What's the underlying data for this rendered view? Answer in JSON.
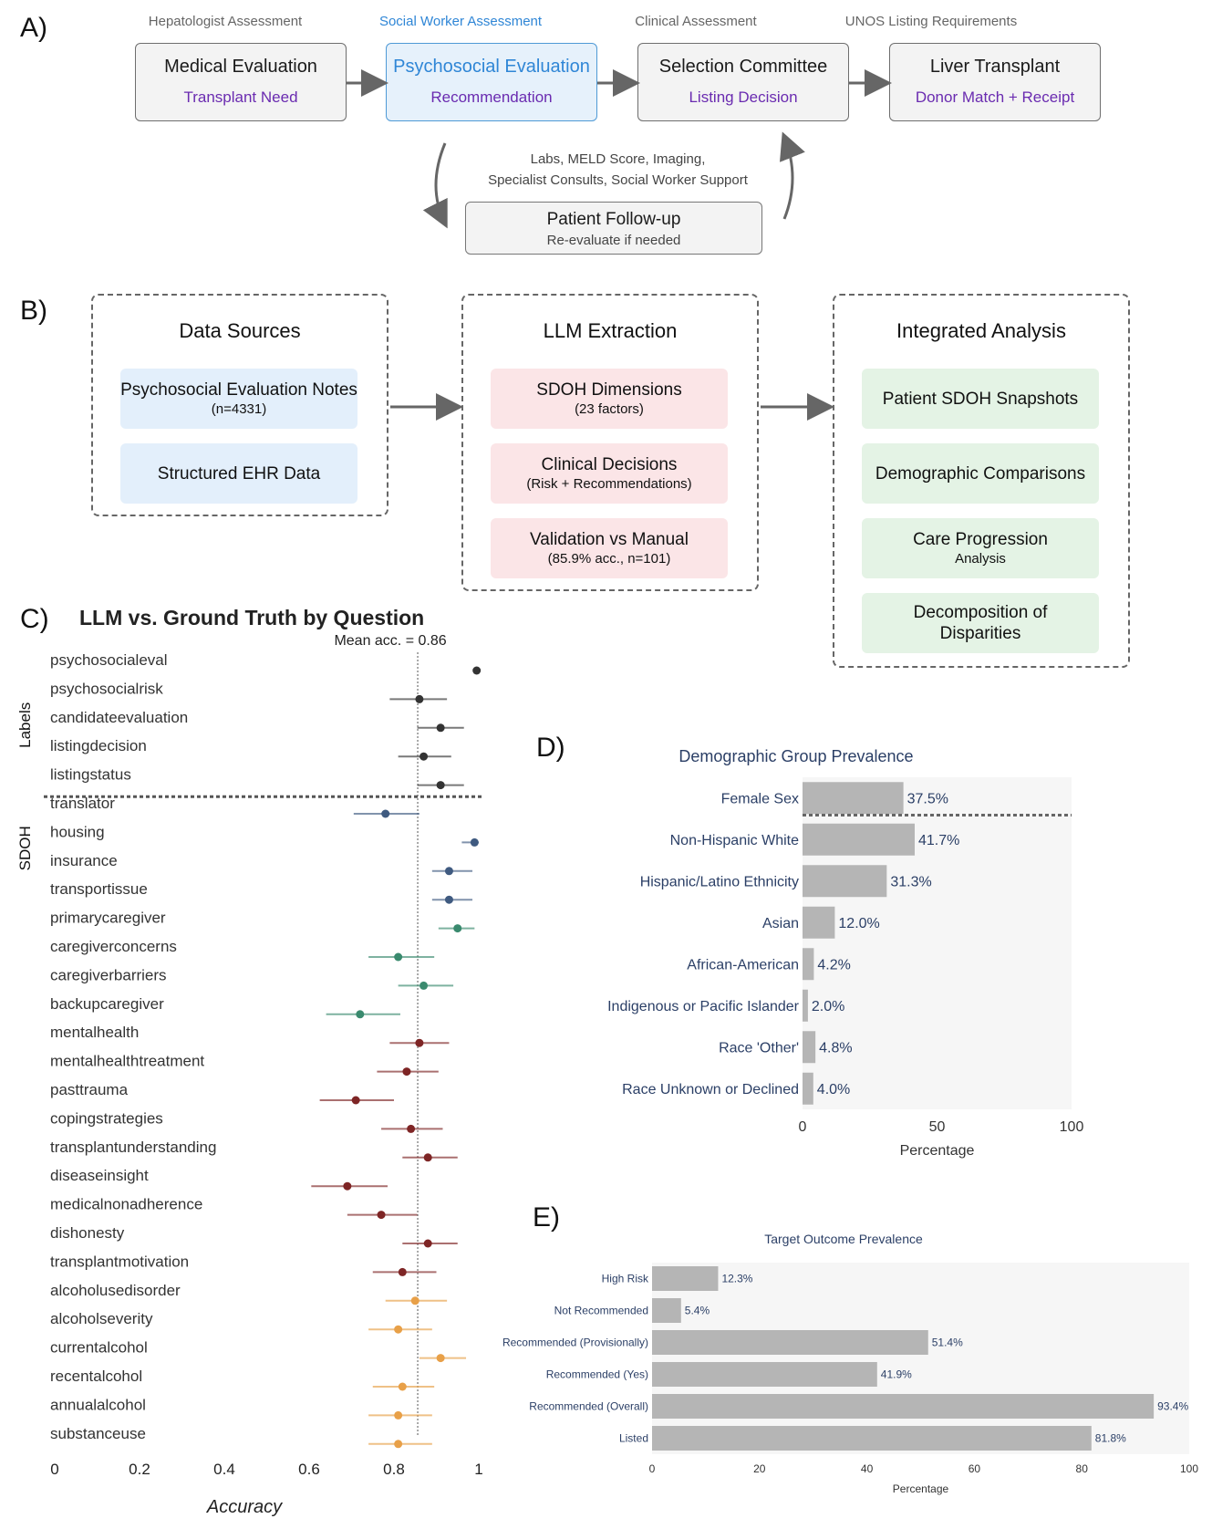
{
  "panel_a": {
    "letter": "A)",
    "stages": [
      {
        "header": "Hepatologist Assessment",
        "title": "Medical Evaluation",
        "subtitle": "Transplant Need"
      },
      {
        "header": "Social Worker Assessment",
        "title": "Psychosocial Evaluation",
        "subtitle": "Recommendation"
      },
      {
        "header": "Clinical Assessment",
        "title": "Selection Committee",
        "subtitle": "Listing Decision"
      },
      {
        "header": "UNOS Listing Requirements",
        "title": "Liver Transplant",
        "subtitle": "Donor Match + Receipt"
      }
    ],
    "followup_note_line1": "Labs, MELD Score, Imaging,",
    "followup_note_line2": "Specialist Consults, Social Worker Support",
    "followup_title": "Patient Follow-up",
    "followup_sub": "Re-evaluate if needed",
    "colors": {
      "highlight_text": "#2f86d6",
      "subtitle_text": "#6a2bb0"
    }
  },
  "panel_b": {
    "letter": "B)",
    "columns": [
      {
        "title": "Data Sources",
        "items": [
          {
            "title": "Psychosocial Evaluation Notes",
            "sub": "(n=4331)"
          },
          {
            "title": "Structured EHR Data",
            "sub": ""
          }
        ]
      },
      {
        "title": "LLM Extraction",
        "items": [
          {
            "title": "SDOH Dimensions",
            "sub": "(23 factors)"
          },
          {
            "title": "Clinical Decisions",
            "sub": "(Risk + Recommendations)"
          },
          {
            "title": "Validation vs Manual",
            "sub": "(85.9% acc., n=101)"
          }
        ]
      },
      {
        "title": "Integrated Analysis",
        "items": [
          {
            "title": "Patient SDOH Snapshots",
            "sub": ""
          },
          {
            "title": "Demographic Comparisons",
            "sub": ""
          },
          {
            "title": "Care Progression",
            "sub": "Analysis"
          },
          {
            "title": "Decomposition of Disparities",
            "sub": ""
          }
        ]
      }
    ]
  },
  "panel_c": {
    "letter": "C)",
    "chart_data": {
      "type": "scatter",
      "title": "LLM vs. Ground Truth by Question",
      "annotation": "Mean acc. = 0.86",
      "mean": 0.856,
      "xlabel": "Accuracy",
      "xlim": [
        0,
        1
      ],
      "xticks": [
        "0",
        "0.2",
        "0.4",
        "0.6",
        "0.8",
        "1"
      ],
      "group_labels": [
        "Labels",
        "SDOH"
      ],
      "colors": {
        "labels": "#333333",
        "access": "#3f5a80",
        "caregiver": "#3a8a6e",
        "mental": "#7e2525",
        "alcohol": "#e8a048"
      },
      "points": [
        {
          "name": "psychosocialeval",
          "acc": 0.995,
          "lo": 0.99,
          "hi": 1.0,
          "group": "labels"
        },
        {
          "name": "psychosocialrisk",
          "acc": 0.86,
          "lo": 0.79,
          "hi": 0.925,
          "group": "labels"
        },
        {
          "name": "candidateevaluation",
          "acc": 0.91,
          "lo": 0.855,
          "hi": 0.965,
          "group": "labels"
        },
        {
          "name": "listingdecision",
          "acc": 0.87,
          "lo": 0.81,
          "hi": 0.935,
          "group": "labels"
        },
        {
          "name": "listingstatus",
          "acc": 0.91,
          "lo": 0.855,
          "hi": 0.965,
          "group": "labels"
        },
        {
          "name": "translator",
          "acc": 0.78,
          "lo": 0.705,
          "hi": 0.86,
          "group": "access"
        },
        {
          "name": "housing",
          "acc": 0.99,
          "lo": 0.96,
          "hi": 1.0,
          "group": "access"
        },
        {
          "name": "insurance",
          "acc": 0.93,
          "lo": 0.89,
          "hi": 0.985,
          "group": "access"
        },
        {
          "name": "transportissue",
          "acc": 0.93,
          "lo": 0.89,
          "hi": 0.985,
          "group": "access"
        },
        {
          "name": "primarycaregiver",
          "acc": 0.95,
          "lo": 0.905,
          "hi": 0.99,
          "group": "caregiver"
        },
        {
          "name": "caregiverconcerns",
          "acc": 0.81,
          "lo": 0.74,
          "hi": 0.895,
          "group": "caregiver"
        },
        {
          "name": "caregiverbarriers",
          "acc": 0.87,
          "lo": 0.81,
          "hi": 0.94,
          "group": "caregiver"
        },
        {
          "name": "backupcaregiver",
          "acc": 0.72,
          "lo": 0.64,
          "hi": 0.815,
          "group": "caregiver"
        },
        {
          "name": "mentalhealth",
          "acc": 0.86,
          "lo": 0.79,
          "hi": 0.93,
          "group": "mental"
        },
        {
          "name": "mentalhealthtreatment",
          "acc": 0.83,
          "lo": 0.76,
          "hi": 0.905,
          "group": "mental"
        },
        {
          "name": "pasttrauma",
          "acc": 0.71,
          "lo": 0.625,
          "hi": 0.8,
          "group": "mental"
        },
        {
          "name": "copingstrategies",
          "acc": 0.84,
          "lo": 0.77,
          "hi": 0.915,
          "group": "mental"
        },
        {
          "name": "transplantunderstanding",
          "acc": 0.88,
          "lo": 0.82,
          "hi": 0.95,
          "group": "mental"
        },
        {
          "name": "diseaseinsight",
          "acc": 0.69,
          "lo": 0.605,
          "hi": 0.785,
          "group": "mental"
        },
        {
          "name": "medicalnonadherence",
          "acc": 0.77,
          "lo": 0.69,
          "hi": 0.855,
          "group": "mental"
        },
        {
          "name": "dishonesty",
          "acc": 0.88,
          "lo": 0.82,
          "hi": 0.95,
          "group": "mental"
        },
        {
          "name": "transplantmotivation",
          "acc": 0.82,
          "lo": 0.75,
          "hi": 0.9,
          "group": "mental"
        },
        {
          "name": "alcoholusedisorder",
          "acc": 0.85,
          "lo": 0.78,
          "hi": 0.925,
          "group": "alcohol"
        },
        {
          "name": "alcoholseverity",
          "acc": 0.81,
          "lo": 0.74,
          "hi": 0.89,
          "group": "alcohol"
        },
        {
          "name": "currentalcohol",
          "acc": 0.91,
          "lo": 0.86,
          "hi": 0.97,
          "group": "alcohol"
        },
        {
          "name": "recentalcohol",
          "acc": 0.82,
          "lo": 0.75,
          "hi": 0.895,
          "group": "alcohol"
        },
        {
          "name": "annualalcohol",
          "acc": 0.81,
          "lo": 0.74,
          "hi": 0.89,
          "group": "alcohol"
        },
        {
          "name": "substanceuse",
          "acc": 0.81,
          "lo": 0.74,
          "hi": 0.89,
          "group": "alcohol"
        }
      ]
    }
  },
  "panel_d": {
    "letter": "D)",
    "chart_data": {
      "type": "bar",
      "title": "Demographic Group Prevalence",
      "xlabel": "Percentage",
      "xlim": [
        0,
        100
      ],
      "xticks": [
        "0",
        "50",
        "100"
      ],
      "categories": [
        "Female Sex",
        "Non-Hispanic White",
        "Hispanic/Latino Ethnicity",
        "Asian",
        "African-American",
        "Indigenous or Pacific Islander",
        "Race 'Other'",
        "Race Unknown or Declined"
      ],
      "values": [
        37.5,
        41.7,
        31.3,
        12.0,
        4.2,
        2.0,
        4.8,
        4.0
      ],
      "value_labels": [
        "37.5%",
        "41.7%",
        "31.3%",
        "12.0%",
        "4.2%",
        "2.0%",
        "4.8%",
        "4.0%"
      ]
    }
  },
  "panel_e": {
    "letter": "E)",
    "chart_data": {
      "type": "bar",
      "title": "Target Outcome Prevalence",
      "xlabel": "Percentage",
      "xlim": [
        0,
        100
      ],
      "xticks": [
        "0",
        "20",
        "40",
        "60",
        "80",
        "100"
      ],
      "categories": [
        "High Risk",
        "Not Recommended",
        "Recommended (Provisionally)",
        "Recommended (Yes)",
        "Recommended (Overall)",
        "Listed"
      ],
      "values": [
        12.3,
        5.4,
        51.4,
        41.9,
        93.4,
        81.8
      ],
      "value_labels": [
        "12.3%",
        "5.4%",
        "51.4%",
        "41.9%",
        "93.4%",
        "81.8%"
      ]
    }
  }
}
